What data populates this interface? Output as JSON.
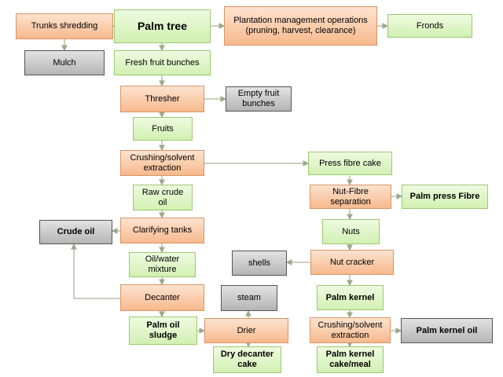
{
  "nodes": {
    "palm_tree": "Palm tree",
    "trunks_shredding": "Trunks shredding",
    "plantation_management": "Plantation management operations (pruning, harvest, clearance)",
    "fronds": "Fronds",
    "mulch": "Mulch",
    "fresh_fruit_bunches": "Fresh fruit bunches",
    "thresher": "Thresher",
    "empty_fruit_bunches": "Empty fruit bunches",
    "fruits": "Fruits",
    "crushing_extraction_1": "Crushing/solvent extraction",
    "press_fibre_cake": "Press fibre cake",
    "raw_crude_oil": "Raw crude oil",
    "nut_fibre_separation": "Nut-Fibre separation",
    "palm_press_fibre": "Palm press Fibre",
    "crude_oil": "Crude oil",
    "clarifying_tanks": "Clarifying tanks",
    "nuts": "Nuts",
    "oil_water_mixture": "Oil/water mixture",
    "shells": "shells",
    "nut_cracker": "Nut cracker",
    "decanter": "Decanter",
    "steam": "steam",
    "palm_kernel": "Palm kernel",
    "palm_oil_sludge": "Palm oil sludge",
    "drier": "Drier",
    "crushing_extraction_2": "Crushing/solvent extraction",
    "palm_kernel_oil": "Palm kernel oil",
    "dry_decanter_cake": "Dry decanter cake",
    "palm_kernel_cake": "Palm kernel cake/meal"
  },
  "colors": {
    "process_box": "#f7b98d",
    "product_box": "#d2f0b2",
    "final_product_box": "#b5b5b5",
    "arrow": "#9aab8a"
  }
}
